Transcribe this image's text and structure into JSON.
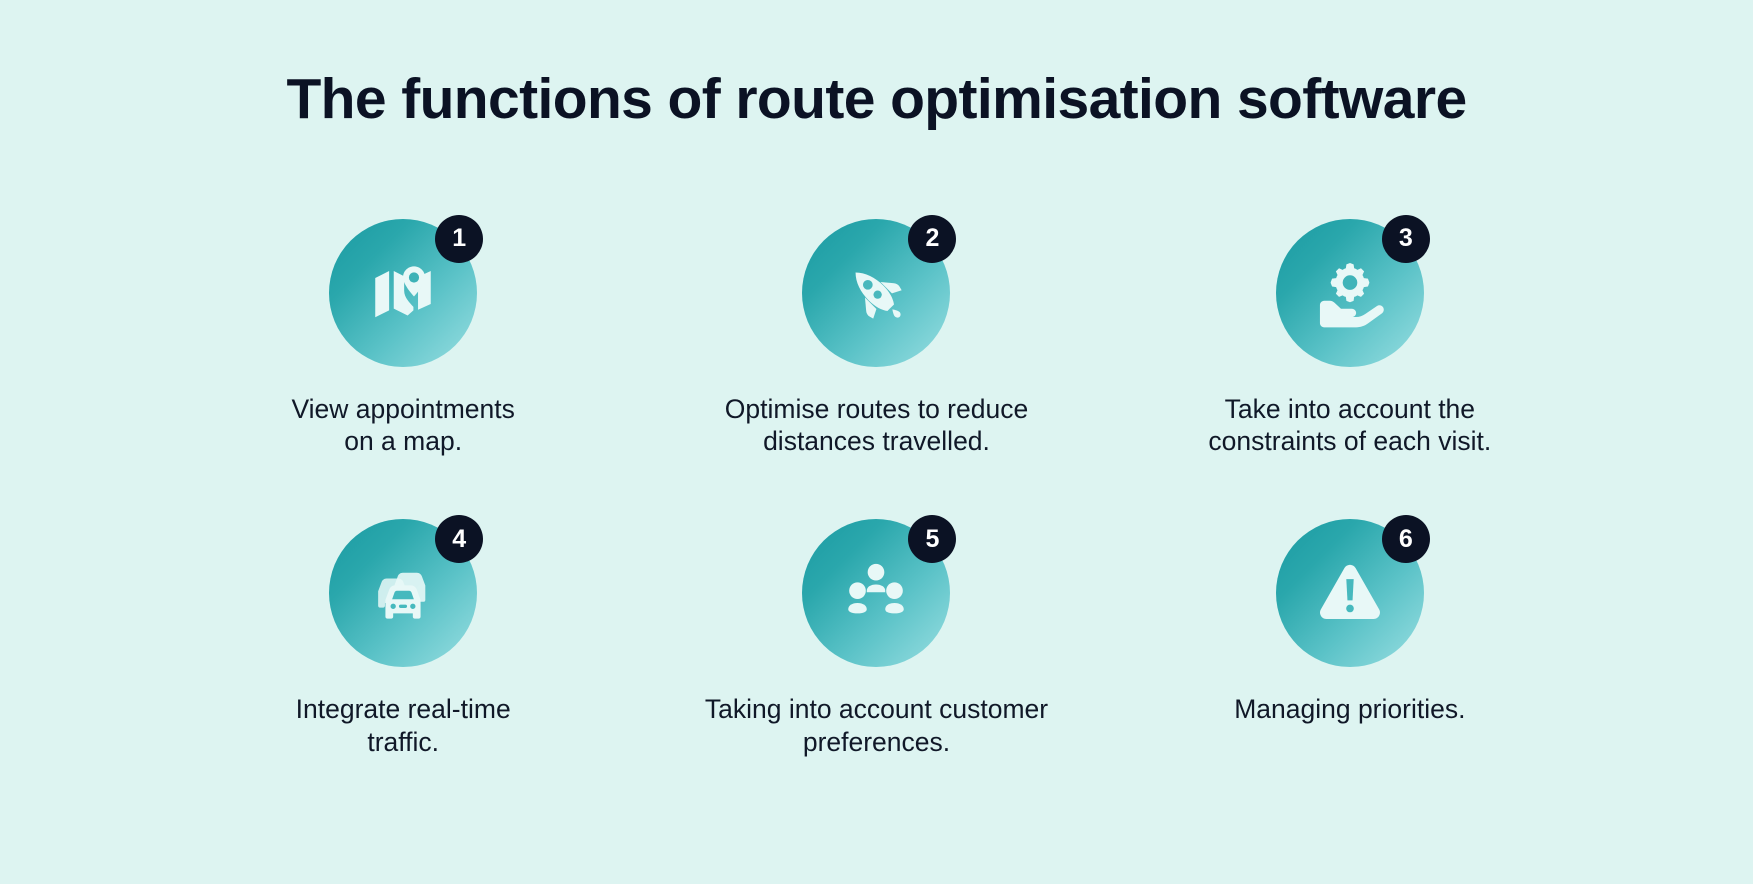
{
  "background_color": "#ddf4f1",
  "accent_gradient_from": "#1a9aa2",
  "accent_gradient_to": "#9adfe2",
  "badge_color": "#0b1224",
  "title": "The functions of route optimisation software",
  "items": [
    {
      "number": "1",
      "icon": "map-pin-icon",
      "caption": "View appointments\non a map."
    },
    {
      "number": "2",
      "icon": "rocket-icon",
      "caption": "Optimise routes to reduce\ndistances travelled."
    },
    {
      "number": "3",
      "icon": "hand-gear-icon",
      "caption": "Take into account the\nconstraints of each visit."
    },
    {
      "number": "4",
      "icon": "traffic-cars-icon",
      "caption": "Integrate real-time\ntraffic."
    },
    {
      "number": "5",
      "icon": "people-group-icon",
      "caption": "Taking into account customer\npreferences."
    },
    {
      "number": "6",
      "icon": "warning-triangle-icon",
      "caption": "Managing priorities."
    }
  ]
}
